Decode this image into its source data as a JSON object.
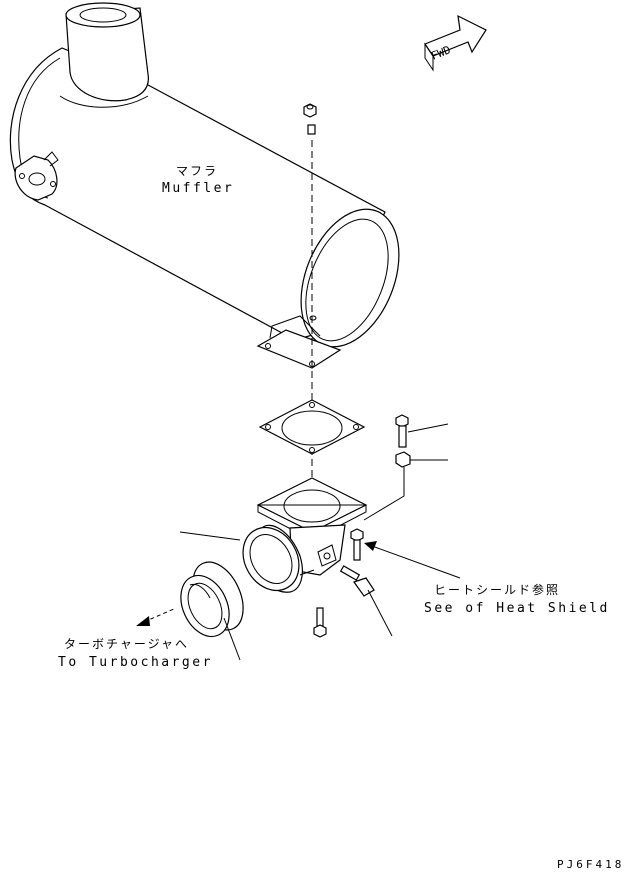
{
  "labels": {
    "fwd": "FWD",
    "muffler_jp": "マフラ",
    "muffler_en": "Muffler",
    "heat_shield_jp": "ヒートシールド参照",
    "heat_shield_en": "See of Heat Shield",
    "turbo_jp": "ターボチャージャへ",
    "turbo_en": "To Turbocharger",
    "drawing_code": "PJ6F418"
  },
  "colors": {
    "line": "#000000",
    "background": "#ffffff"
  }
}
